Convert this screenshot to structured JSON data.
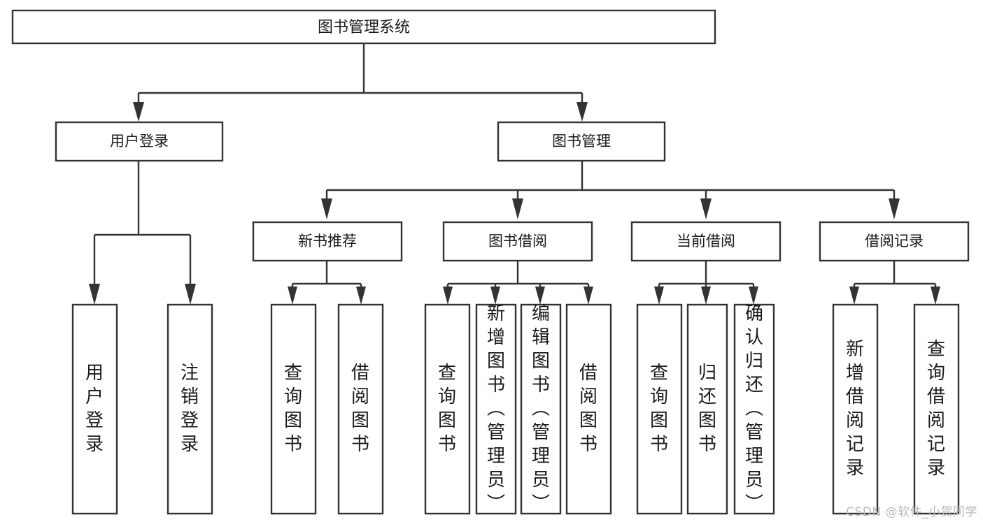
{
  "diagram": {
    "title": "图书管理系统",
    "type": "tree-hierarchy",
    "orientation": "top-down",
    "watermark": "CSDN @软件_小贺同学",
    "colors": {
      "stroke": "#333333",
      "fill": "#ffffff",
      "text": "#1a1a1a",
      "watermark": "#b9b9b9"
    },
    "levels": {
      "root": {
        "label": "图书管理系统"
      },
      "level2": [
        {
          "id": "user-login",
          "label": "用户登录"
        },
        {
          "id": "book-management",
          "label": "图书管理"
        }
      ],
      "level3": [
        {
          "id": "new-book-recommend",
          "label": "新书推荐",
          "parent": "book-management"
        },
        {
          "id": "book-borrow",
          "label": "图书借阅",
          "parent": "book-management"
        },
        {
          "id": "current-borrow",
          "label": "当前借阅",
          "parent": "book-management"
        },
        {
          "id": "borrow-record",
          "label": "借阅记录",
          "parent": "book-management"
        }
      ],
      "leaves": [
        {
          "id": "leaf-user-login",
          "label": "用户登录",
          "parent": "user-login"
        },
        {
          "id": "leaf-logout",
          "label": "注销登录",
          "parent": "user-login"
        },
        {
          "id": "leaf-query-book-1",
          "label": "查询图书",
          "parent": "new-book-recommend"
        },
        {
          "id": "leaf-borrow-book-1",
          "label": "借阅图书",
          "parent": "new-book-recommend"
        },
        {
          "id": "leaf-query-book-2",
          "label": "查询图书",
          "parent": "book-borrow"
        },
        {
          "id": "leaf-add-book",
          "label": "新增图书（管理员）",
          "parent": "book-borrow"
        },
        {
          "id": "leaf-edit-book",
          "label": "编辑图书（管理员）",
          "parent": "book-borrow"
        },
        {
          "id": "leaf-borrow-book-2",
          "label": "借阅图书",
          "parent": "book-borrow"
        },
        {
          "id": "leaf-query-book-3",
          "label": "查询图书",
          "parent": "current-borrow"
        },
        {
          "id": "leaf-return-book",
          "label": "归还图书",
          "parent": "current-borrow"
        },
        {
          "id": "leaf-confirm-return",
          "label": "确认归还（管理员）",
          "parent": "current-borrow"
        },
        {
          "id": "leaf-add-record",
          "label": "新增借阅记录",
          "parent": "borrow-record"
        },
        {
          "id": "leaf-query-record",
          "label": "查询借阅记录",
          "parent": "borrow-record"
        }
      ]
    }
  }
}
